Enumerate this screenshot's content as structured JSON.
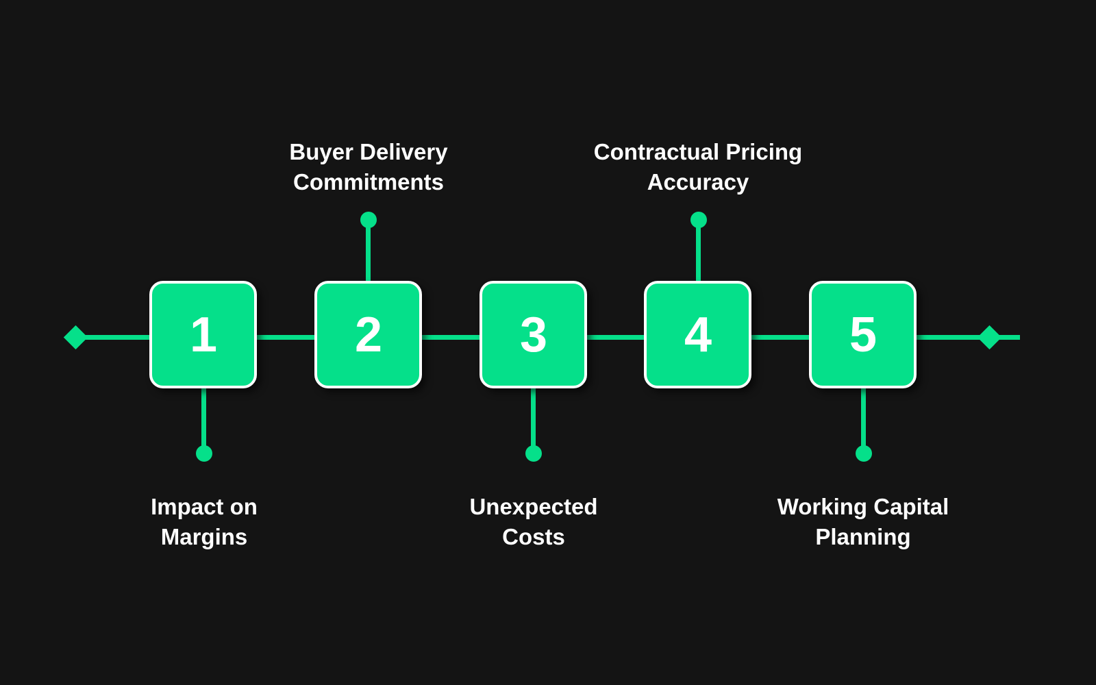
{
  "theme": {
    "background": "#141414",
    "accent": "#05E08A",
    "text": "#FFFFFF",
    "box_border": "#FFFFFF"
  },
  "diagram": {
    "type": "horizontal-numbered-timeline",
    "endpoint_left": "diamond",
    "endpoint_right": "diamond",
    "steps": [
      {
        "number": "1",
        "label": "Impact on\nMargins",
        "label_position": "bottom"
      },
      {
        "number": "2",
        "label": "Buyer Delivery\nCommitments",
        "label_position": "top"
      },
      {
        "number": "3",
        "label": "Unexpected\nCosts",
        "label_position": "bottom"
      },
      {
        "number": "4",
        "label": "Contractual Pricing\nAccuracy",
        "label_position": "top"
      },
      {
        "number": "5",
        "label": "Working Capital\nPlanning",
        "label_position": "bottom"
      }
    ]
  }
}
